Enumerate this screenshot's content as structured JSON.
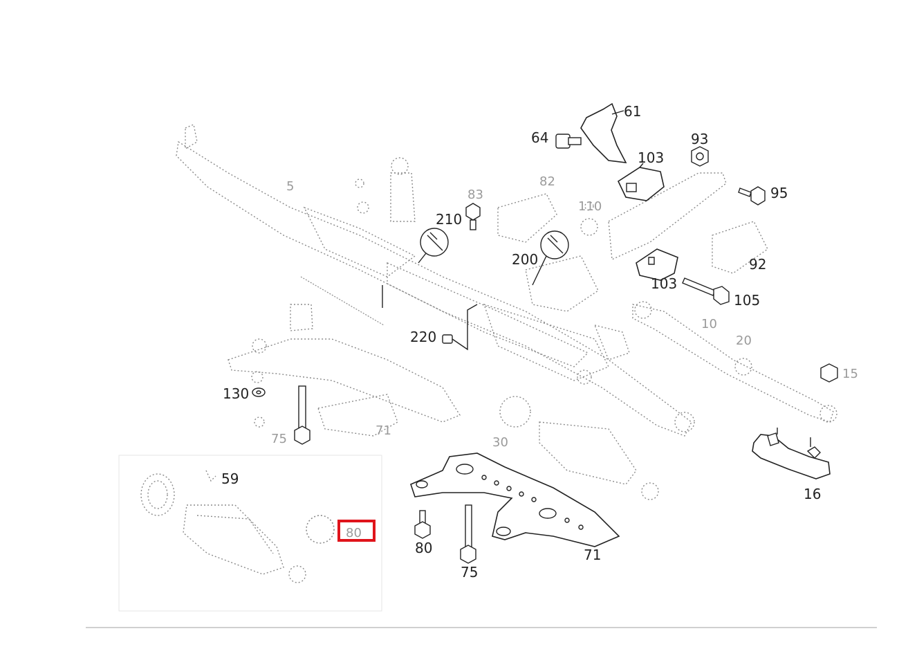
{
  "callouts": {
    "c61": "61",
    "c64": "64",
    "c93": "93",
    "c103a": "103",
    "c95": "95",
    "c5": "5",
    "c83": "83",
    "c82": "82",
    "c210": "210",
    "c110": "110",
    "c200": "200",
    "c92": "92",
    "c103b": "103",
    "c105": "105",
    "c220": "220",
    "c10": "10",
    "c20": "20",
    "c15": "15",
    "c130": "130",
    "c75a": "75",
    "c71a": "71",
    "c30": "30",
    "c16": "16",
    "c59": "59",
    "c80a": "80",
    "c80b": "80",
    "c75b": "75",
    "c71b": "71"
  },
  "colors": {
    "highlight": "#e0141b",
    "line": "#222222",
    "faint": "#8a8a8a"
  },
  "icons": {
    "tool_a": "wrench-icon",
    "tool_b": "wrench-icon"
  }
}
